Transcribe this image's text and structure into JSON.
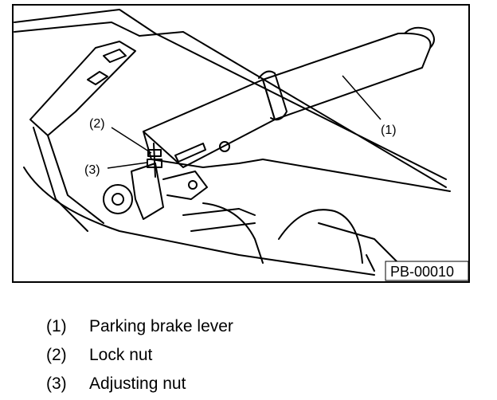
{
  "diagram": {
    "figure_code": "PB-00010",
    "callouts": [
      "(1)",
      "(2)",
      "(3)"
    ]
  },
  "legend": {
    "items": [
      {
        "number": "(1)",
        "label": "Parking brake lever"
      },
      {
        "number": "(2)",
        "label": "Lock nut"
      },
      {
        "number": "(3)",
        "label": "Adjusting nut"
      }
    ]
  }
}
